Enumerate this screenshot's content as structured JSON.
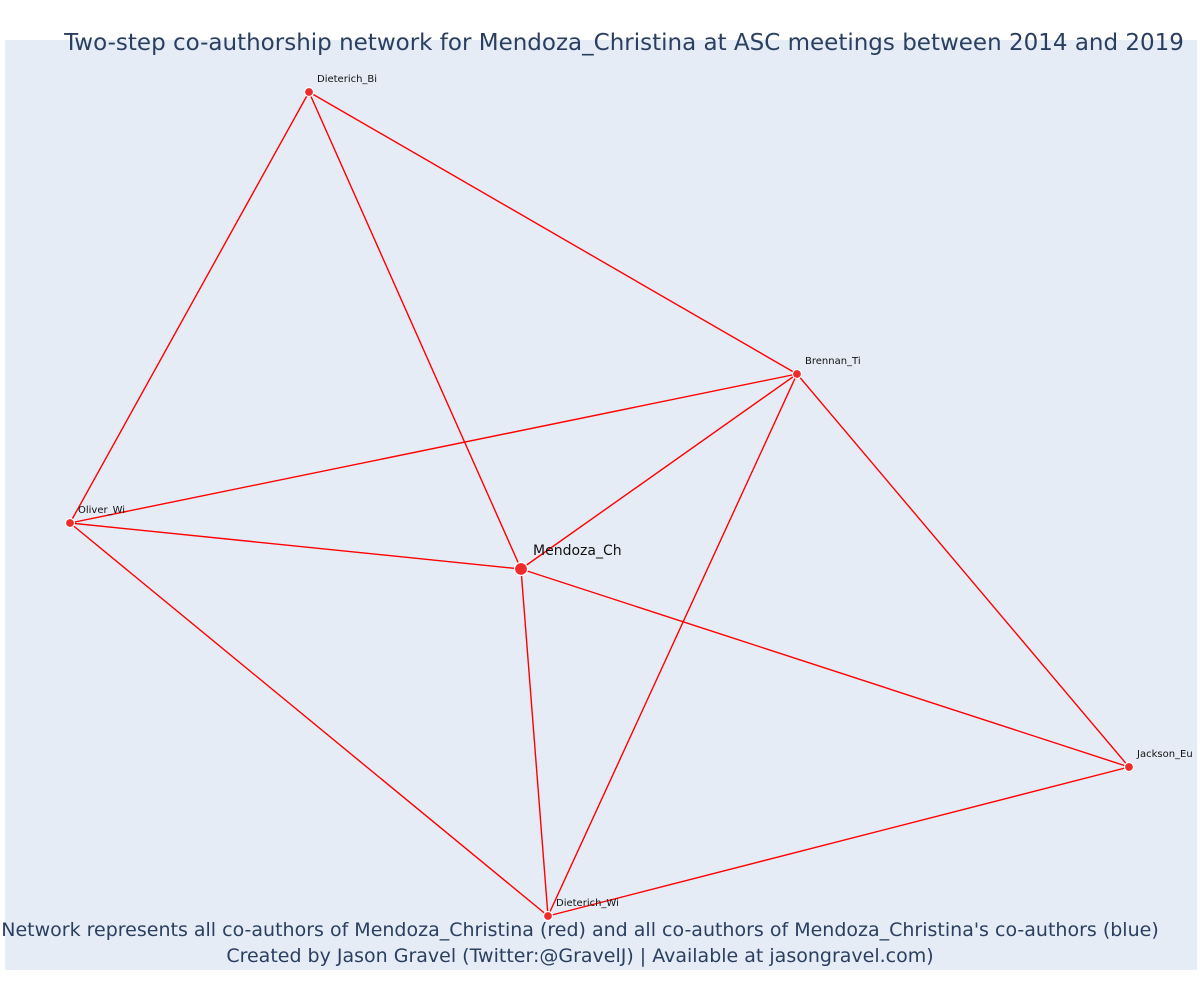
{
  "title": "Two-step co-authorship network for Mendoza_Christina at ASC meetings between 2014 and 2019",
  "caption_line1": "Network represents all co-authors of Mendoza_Christina (red) and all co-authors of Mendoza_Christina's co-authors (blue)",
  "caption_line2": "Created by Jason Gravel (Twitter:@GravelJ) | Available at jasongravel.com)",
  "colors": {
    "background": "#e5ecf6",
    "edge": "#ff0000",
    "node": "#ef2b2b",
    "text": "#2a3f5f"
  },
  "nodes": [
    {
      "id": "mendoza",
      "label": "Mendoza_Ch",
      "focal": true
    },
    {
      "id": "dieterich_bi",
      "label": "Dieterich_Bi"
    },
    {
      "id": "brennan",
      "label": "Brennan_Ti"
    },
    {
      "id": "oliver",
      "label": "Oliver_Wi"
    },
    {
      "id": "jackson",
      "label": "Jackson_Eu"
    },
    {
      "id": "dieterich_wi",
      "label": "Dieterich_Wi"
    }
  ],
  "edges": [
    [
      "dieterich_bi",
      "oliver"
    ],
    [
      "dieterich_bi",
      "mendoza"
    ],
    [
      "dieterich_bi",
      "brennan"
    ],
    [
      "brennan",
      "oliver"
    ],
    [
      "brennan",
      "mendoza"
    ],
    [
      "brennan",
      "dieterich_wi"
    ],
    [
      "brennan",
      "jackson"
    ],
    [
      "oliver",
      "mendoza"
    ],
    [
      "oliver",
      "dieterich_wi"
    ],
    [
      "mendoza",
      "dieterich_wi"
    ],
    [
      "mendoza",
      "jackson"
    ],
    [
      "dieterich_wi",
      "jackson"
    ]
  ]
}
